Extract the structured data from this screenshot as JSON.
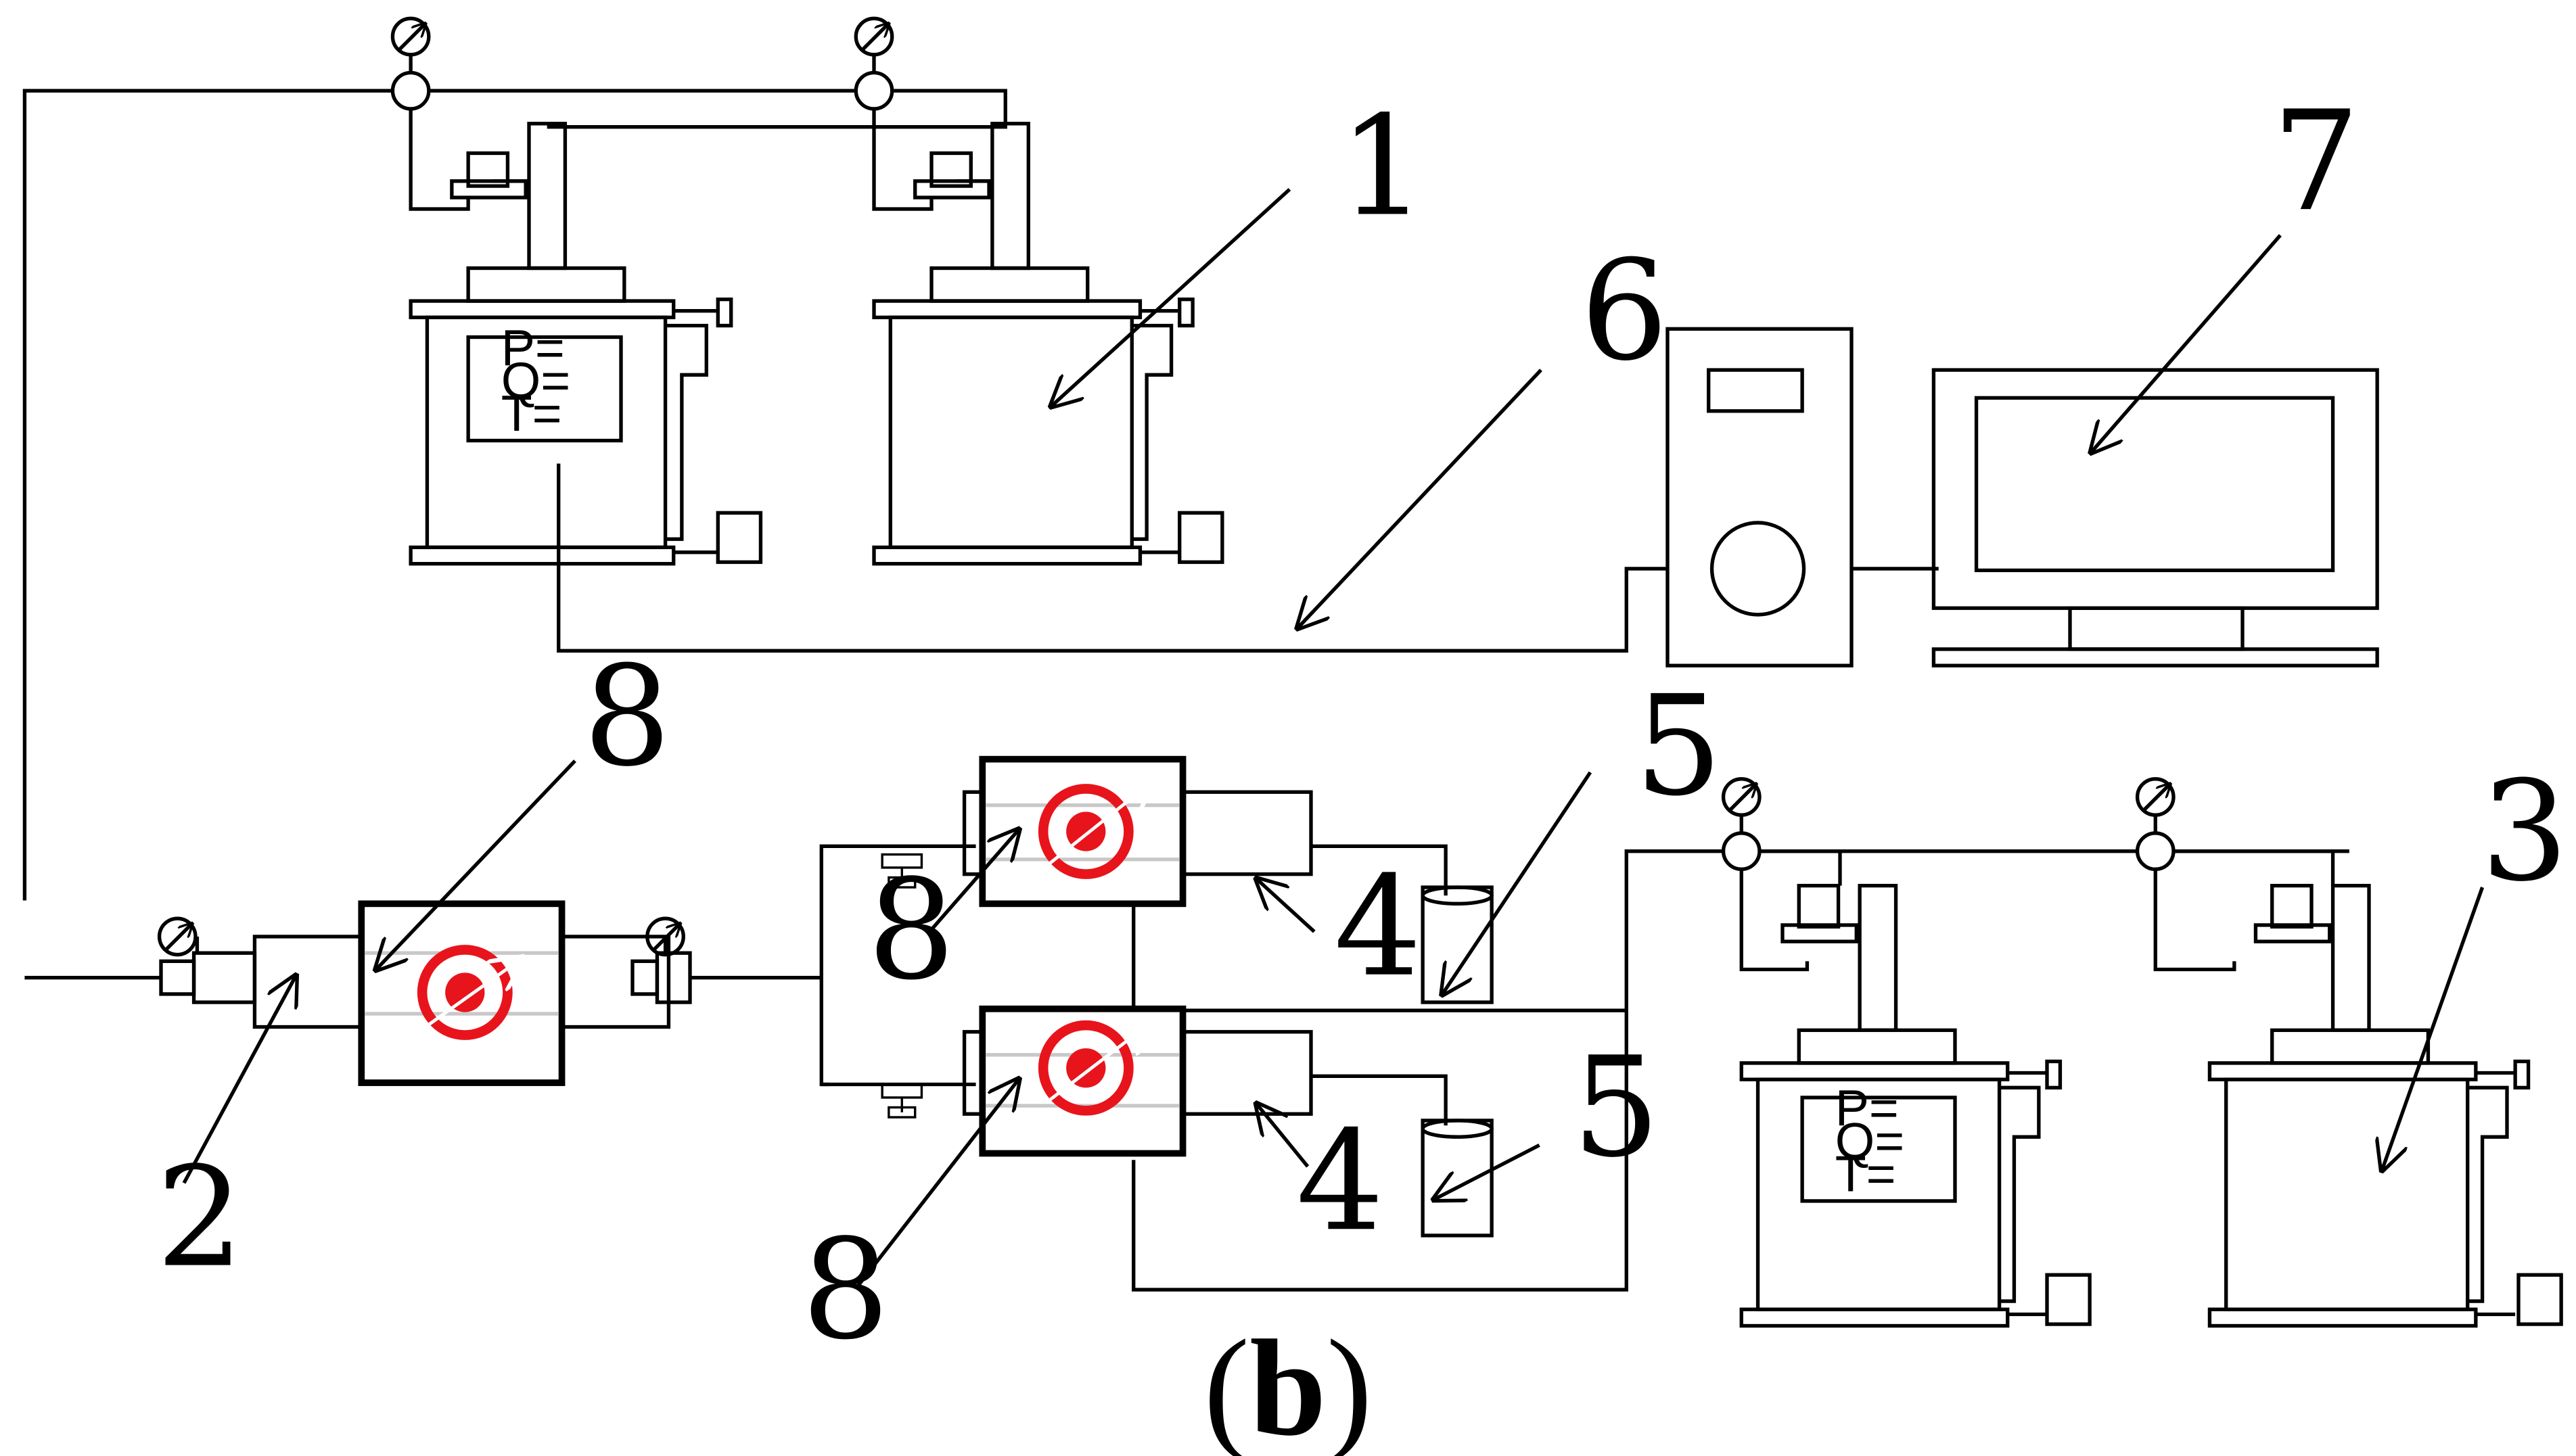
{
  "labels": {
    "n1": "1",
    "n2": "2",
    "n3": "3",
    "n4a": "4",
    "n4b": "4",
    "n5a": "5",
    "n5b": "5",
    "n6": "6",
    "n7": "7",
    "n8a": "8",
    "n8b": "8",
    "n8c": "8"
  },
  "pump_display": {
    "p": "P=",
    "q": "Q=",
    "t": "T="
  },
  "caption": {
    "open": "(",
    "letter": "b",
    "close": ")"
  },
  "colors": {
    "line": "#000000",
    "accent": "#e8141b",
    "background": "#ffffff",
    "core_stripe": "#c8c8c8"
  }
}
